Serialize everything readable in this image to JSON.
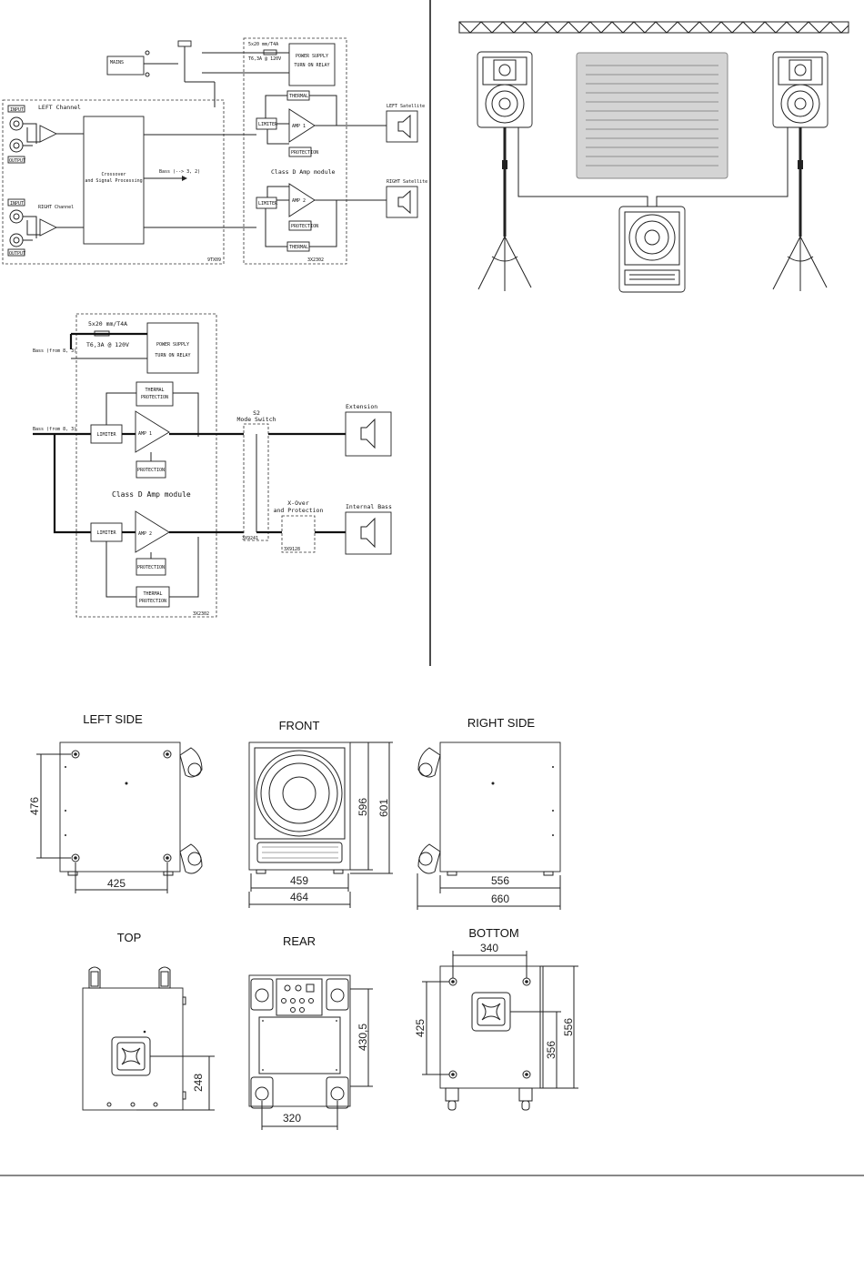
{
  "schematic_top": {
    "fuse_label": "5x20 mm/T4A",
    "fuse_rating": "T6,3A @ 120V",
    "psu_label": "POWER SUPPLY",
    "psu_sub": "TURN ON RELAY",
    "mains_label": "MAINS",
    "left_channel": "LEFT Channel",
    "right_channel": "RIGHT Channel",
    "input_tag": "INPUT",
    "output_tag": "OUTPUT",
    "crossover_l1": "Crossover",
    "crossover_l2": "and Signal Processing",
    "bass_path": "Bass (--> 3, 2)",
    "class_d": "Class D Amp module",
    "left_sat": "LEFT Satellite",
    "right_sat": "RIGHT Satellite",
    "limiter": "LIMITER",
    "amp1": "AMP 1",
    "amp2": "AMP 2",
    "protection": "PROTECTION",
    "thermal": "THERMAL",
    "board_a": "9TX09",
    "board_b": "3X2302"
  },
  "schematic_bottom": {
    "fuse_label": "5x20 mm/T4A",
    "fuse_rating": "T6,3A @ 120V",
    "mains_in": "Bass (from 8, 3)",
    "bass_in": "Bass (from 8, 3)",
    "psu_label": "POWER SUPPLY",
    "psu_sub": "TURN ON RELAY",
    "thermal1": "THERMAL",
    "thermal2": "PROTECTION",
    "limiter": "LIMITER",
    "amp1": "AMP 1",
    "amp2": "AMP 2",
    "protection": "PROTECTION",
    "class_d": "Class D Amp module",
    "s2_l1": "S2",
    "s2_l2": "Mode Switch",
    "extension": "Extension",
    "xover_l1": "X-Over",
    "xover_l2": "and Protection",
    "internal_bass": "Internal Bass",
    "board_s": "3X9241",
    "board_x": "3X9128",
    "board_a": "3X2302"
  },
  "views": {
    "left_side": "LEFT SIDE",
    "front": "FRONT",
    "right_side": "RIGHT SIDE",
    "top": "TOP",
    "rear": "REAR",
    "bottom": "BOTTOM"
  },
  "dimensions": {
    "ls_h": "476",
    "ls_w": "425",
    "fr_h1": "596",
    "fr_h2": "601",
    "fr_w1": "459",
    "fr_w2": "464",
    "rs_w1": "556",
    "rs_w2": "660",
    "top_h": "248",
    "rear_h": "430,5",
    "rear_w": "320",
    "bot_w": "340",
    "bot_h1": "425",
    "bot_h2": "356",
    "bot_h3": "556"
  }
}
